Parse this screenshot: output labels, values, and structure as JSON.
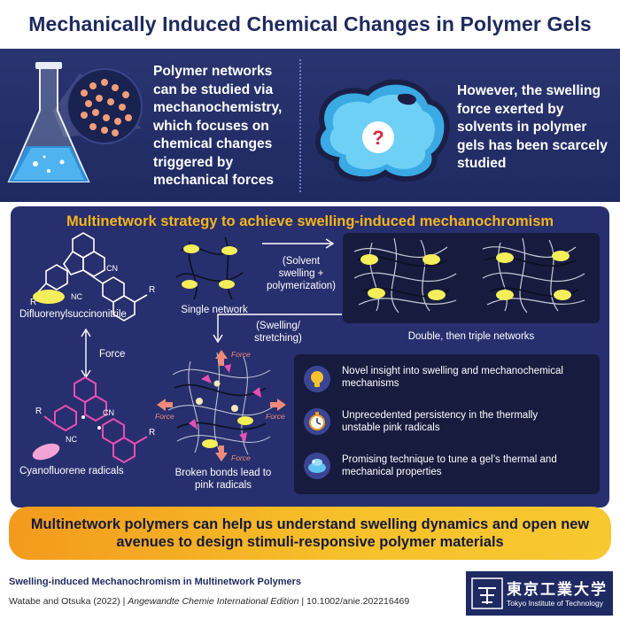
{
  "title": "Mechanically Induced Chemical Changes in Polymer Gels",
  "top_left_text": "Polymer networks can be studied via mechanochemistry, which focuses on chemical changes triggered by mechanical forces",
  "top_right_text": "However, the swelling force exerted by solvents in polymer gels has been scarcely studied",
  "question_mark": "?",
  "strategy_title": "Multinetwork strategy to achieve swelling-induced mechanochromism",
  "labels": {
    "difluorenyl": "Difluorenylsuccinonitrile",
    "force": "Force",
    "cyanofluorene": "Cyanofluorene radicals",
    "single_network": "Single network",
    "solvent_swelling": "(Solvent swelling + polymerization)",
    "double_triple": "Double, then triple networks",
    "swelling_stretching": "(Swelling/ stretching)",
    "broken_bonds": "Broken bonds lead to pink radicals",
    "force_arrow": "Force",
    "chem_r": "R",
    "chem_nc": "NC",
    "chem_cn": "CN"
  },
  "findings": [
    {
      "icon": "lightbulb-icon",
      "text": "Novel insight into swelling and mechanochemical mechanisms"
    },
    {
      "icon": "stopwatch-icon",
      "text": "Unprecedented persistency in the thermally unstable pink radicals"
    },
    {
      "icon": "gel-icon",
      "text": "Promising technique to tune a gel’s thermal and mechanical properties"
    }
  ],
  "banner": "Multinetwork polymers can help us understand swelling dynamics and open new avenues to design stimuli-responsive polymer materials",
  "footer": {
    "paper_title": "Swelling-induced Mechanochromism in Multinetwork Polymers",
    "authors": "Watabe and Otsuka (2022) | ",
    "journal": "Angewandte Chemie International Edition",
    "doi": " | 10.1002/anie.202216469",
    "logo_jp": "東京工業大学",
    "logo_en": "Tokyo Institute of Technology"
  },
  "colors": {
    "navy": "#1f2a62",
    "gold": "#f6b51b",
    "pink": "#e94fb5",
    "yellow_node": "#f4ee5a"
  }
}
